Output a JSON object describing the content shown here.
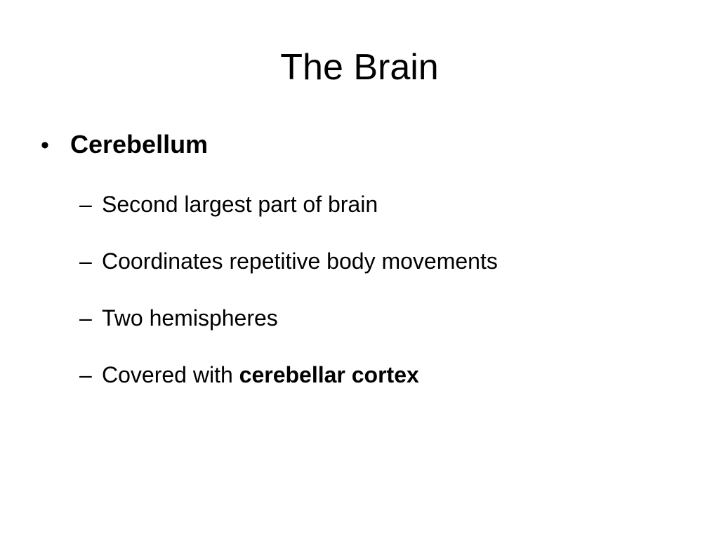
{
  "slide": {
    "title": "The Brain",
    "bullet": {
      "marker": "•",
      "text": "Cerebellum"
    },
    "subitems": [
      {
        "marker": "–",
        "text": "Second largest part of brain"
      },
      {
        "marker": "–",
        "text": "Coordinates repetitive body movements"
      },
      {
        "marker": "–",
        "text": "Two hemispheres"
      },
      {
        "marker": "–",
        "text": "Covered with ",
        "bold_text": "cerebellar cortex"
      }
    ]
  }
}
